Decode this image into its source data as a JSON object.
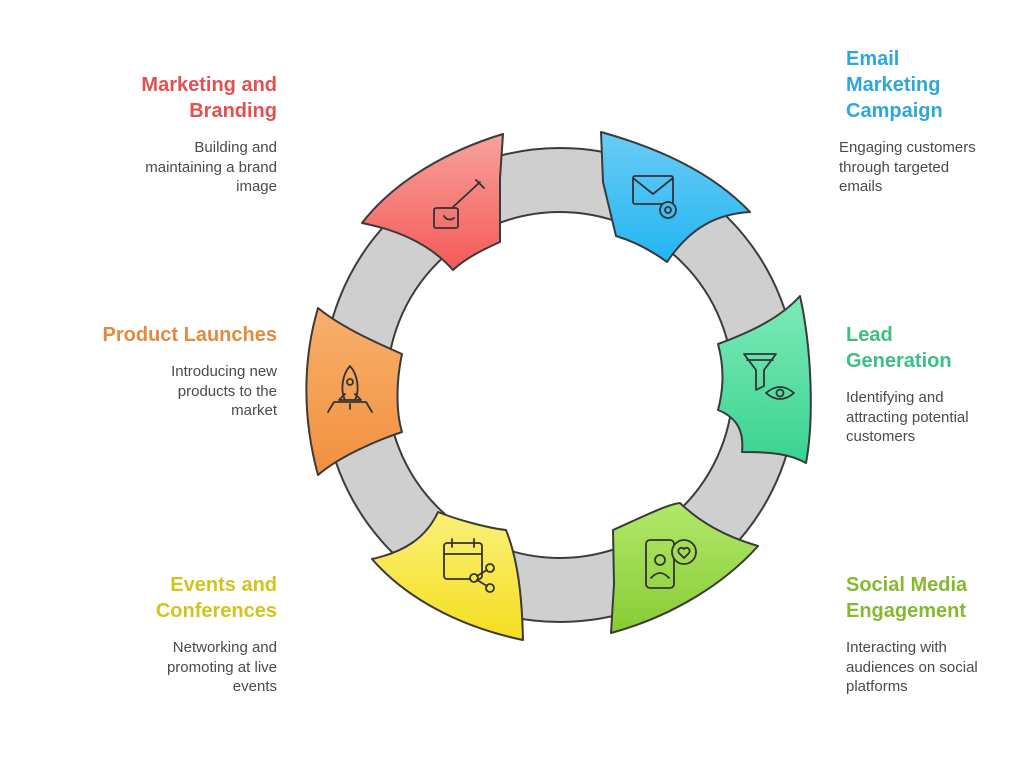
{
  "segments": [
    {
      "id": "marketing-branding",
      "title": "Marketing and Branding",
      "description": "Building and maintaining a brand image",
      "color": "#E0524F",
      "icon": "paintbrush-icon"
    },
    {
      "id": "email-marketing",
      "title": "Email Marketing Campaign",
      "description": "Engaging customers through targeted emails",
      "color": "#2FA7D8",
      "icon": "envelope-gear-icon"
    },
    {
      "id": "lead-generation",
      "title": "Lead Generation",
      "description": "Identifying and attracting potential customers",
      "color": "#3CBF85",
      "icon": "funnel-eye-icon"
    },
    {
      "id": "social-media",
      "title": "Social Media Engagement",
      "description": "Interacting with audiences on social platforms",
      "color": "#86B930",
      "icon": "phone-heart-icon"
    },
    {
      "id": "events-conferences",
      "title": "Events and Conferences",
      "description": "Networking and promoting at live events",
      "color": "#D2C41E",
      "icon": "calendar-share-icon"
    },
    {
      "id": "product-launches",
      "title": "Product Launches",
      "description": "Introducing new products to the market",
      "color": "#E28A3F",
      "icon": "rocket-icon"
    }
  ]
}
